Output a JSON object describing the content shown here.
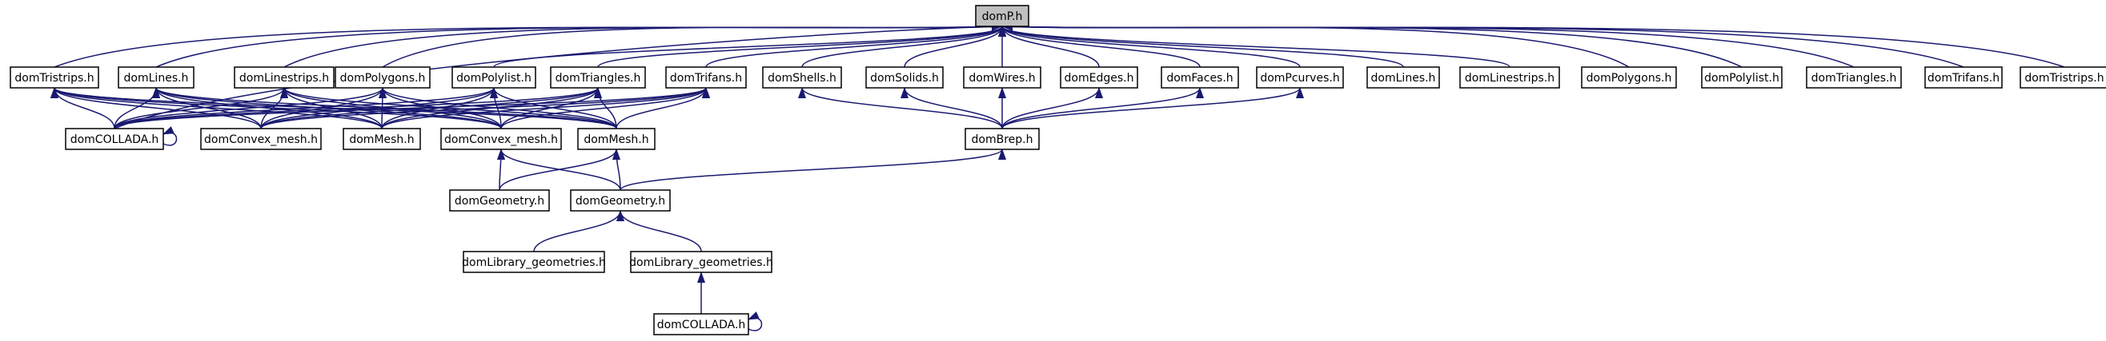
{
  "diagram": {
    "colors": {
      "edge": "#191970",
      "root_fill": "#bfbfbf",
      "node_fill": "#ffffff",
      "node_border": "#000000",
      "text": "#000000"
    },
    "nodes": {
      "root": "domP.h",
      "tristrips_l": "domTristrips.h",
      "lines_l": "domLines.h",
      "linestrips_l": "domLinestrips.h",
      "polygons_l": "domPolygons.h",
      "polylist_l": "domPolylist.h",
      "triangles_l": "domTriangles.h",
      "trifans_l": "domTrifans.h",
      "shells": "domShells.h",
      "solids": "domSolids.h",
      "wires": "domWires.h",
      "edges": "domEdges.h",
      "faces": "domFaces.h",
      "pcurves": "domPcurves.h",
      "lines_r": "domLines.h",
      "linestrips_r": "domLinestrips.h",
      "polygons_r": "domPolygons.h",
      "polylist_r": "domPolylist.h",
      "triangles_r": "domTriangles.h",
      "trifans_r": "domTrifans.h",
      "tristrips_r": "domTristrips.h",
      "collada1": "domCOLLADA.h",
      "convex1": "domConvex_mesh.h",
      "mesh1": "domMesh.h",
      "convex2": "domConvex_mesh.h",
      "mesh2": "domMesh.h",
      "brep": "domBrep.h",
      "geom1": "domGeometry.h",
      "geom2": "domGeometry.h",
      "libgeo1": "domLibrary_geometries.h",
      "libgeo2": "domLibrary_geometries.h",
      "collada2": "domCOLLADA.h"
    },
    "edges": [
      [
        "tristrips_l",
        "root"
      ],
      [
        "lines_l",
        "root"
      ],
      [
        "linestrips_l",
        "root"
      ],
      [
        "polygons_l",
        "root"
      ],
      [
        "polylist_l",
        "root"
      ],
      [
        "triangles_l",
        "root"
      ],
      [
        "trifans_l",
        "root"
      ],
      [
        "shells",
        "root"
      ],
      [
        "solids",
        "root"
      ],
      [
        "wires",
        "root"
      ],
      [
        "edges",
        "root"
      ],
      [
        "faces",
        "root"
      ],
      [
        "pcurves",
        "root"
      ],
      [
        "lines_r",
        "root"
      ],
      [
        "linestrips_r",
        "root"
      ],
      [
        "polygons_r",
        "root"
      ],
      [
        "polylist_r",
        "root"
      ],
      [
        "triangles_r",
        "root"
      ],
      [
        "trifans_r",
        "root"
      ],
      [
        "tristrips_r",
        "root"
      ],
      [
        "collada1",
        "root"
      ],
      [
        "collada1",
        "tristrips_l"
      ],
      [
        "collada1",
        "lines_l"
      ],
      [
        "collada1",
        "linestrips_l"
      ],
      [
        "collada1",
        "polygons_l"
      ],
      [
        "collada1",
        "polylist_l"
      ],
      [
        "collada1",
        "triangles_l"
      ],
      [
        "collada1",
        "trifans_l"
      ],
      [
        "convex1",
        "tristrips_l"
      ],
      [
        "convex1",
        "lines_l"
      ],
      [
        "convex1",
        "linestrips_l"
      ],
      [
        "convex1",
        "polygons_l"
      ],
      [
        "convex1",
        "polylist_l"
      ],
      [
        "convex1",
        "triangles_l"
      ],
      [
        "convex1",
        "trifans_l"
      ],
      [
        "mesh1",
        "tristrips_l"
      ],
      [
        "mesh1",
        "lines_l"
      ],
      [
        "mesh1",
        "linestrips_l"
      ],
      [
        "mesh1",
        "polygons_l"
      ],
      [
        "mesh1",
        "polylist_l"
      ],
      [
        "mesh1",
        "triangles_l"
      ],
      [
        "mesh1",
        "trifans_l"
      ],
      [
        "convex2",
        "tristrips_l"
      ],
      [
        "convex2",
        "lines_l"
      ],
      [
        "convex2",
        "linestrips_l"
      ],
      [
        "convex2",
        "polygons_l"
      ],
      [
        "convex2",
        "polylist_l"
      ],
      [
        "convex2",
        "triangles_l"
      ],
      [
        "convex2",
        "trifans_l"
      ],
      [
        "mesh2",
        "tristrips_l"
      ],
      [
        "mesh2",
        "lines_l"
      ],
      [
        "mesh2",
        "linestrips_l"
      ],
      [
        "mesh2",
        "polygons_l"
      ],
      [
        "mesh2",
        "polylist_l"
      ],
      [
        "mesh2",
        "triangles_l"
      ],
      [
        "mesh2",
        "trifans_l"
      ],
      [
        "brep",
        "shells"
      ],
      [
        "brep",
        "solids"
      ],
      [
        "brep",
        "wires"
      ],
      [
        "brep",
        "edges"
      ],
      [
        "brep",
        "faces"
      ],
      [
        "brep",
        "pcurves"
      ],
      [
        "geom1",
        "convex2"
      ],
      [
        "geom1",
        "mesh2"
      ],
      [
        "geom2",
        "convex2"
      ],
      [
        "geom2",
        "mesh2"
      ],
      [
        "geom2",
        "brep"
      ],
      [
        "libgeo1",
        "geom2"
      ],
      [
        "libgeo2",
        "geom2"
      ],
      [
        "collada2",
        "libgeo2"
      ]
    ],
    "self_loops": [
      "collada1",
      "collada2"
    ]
  }
}
